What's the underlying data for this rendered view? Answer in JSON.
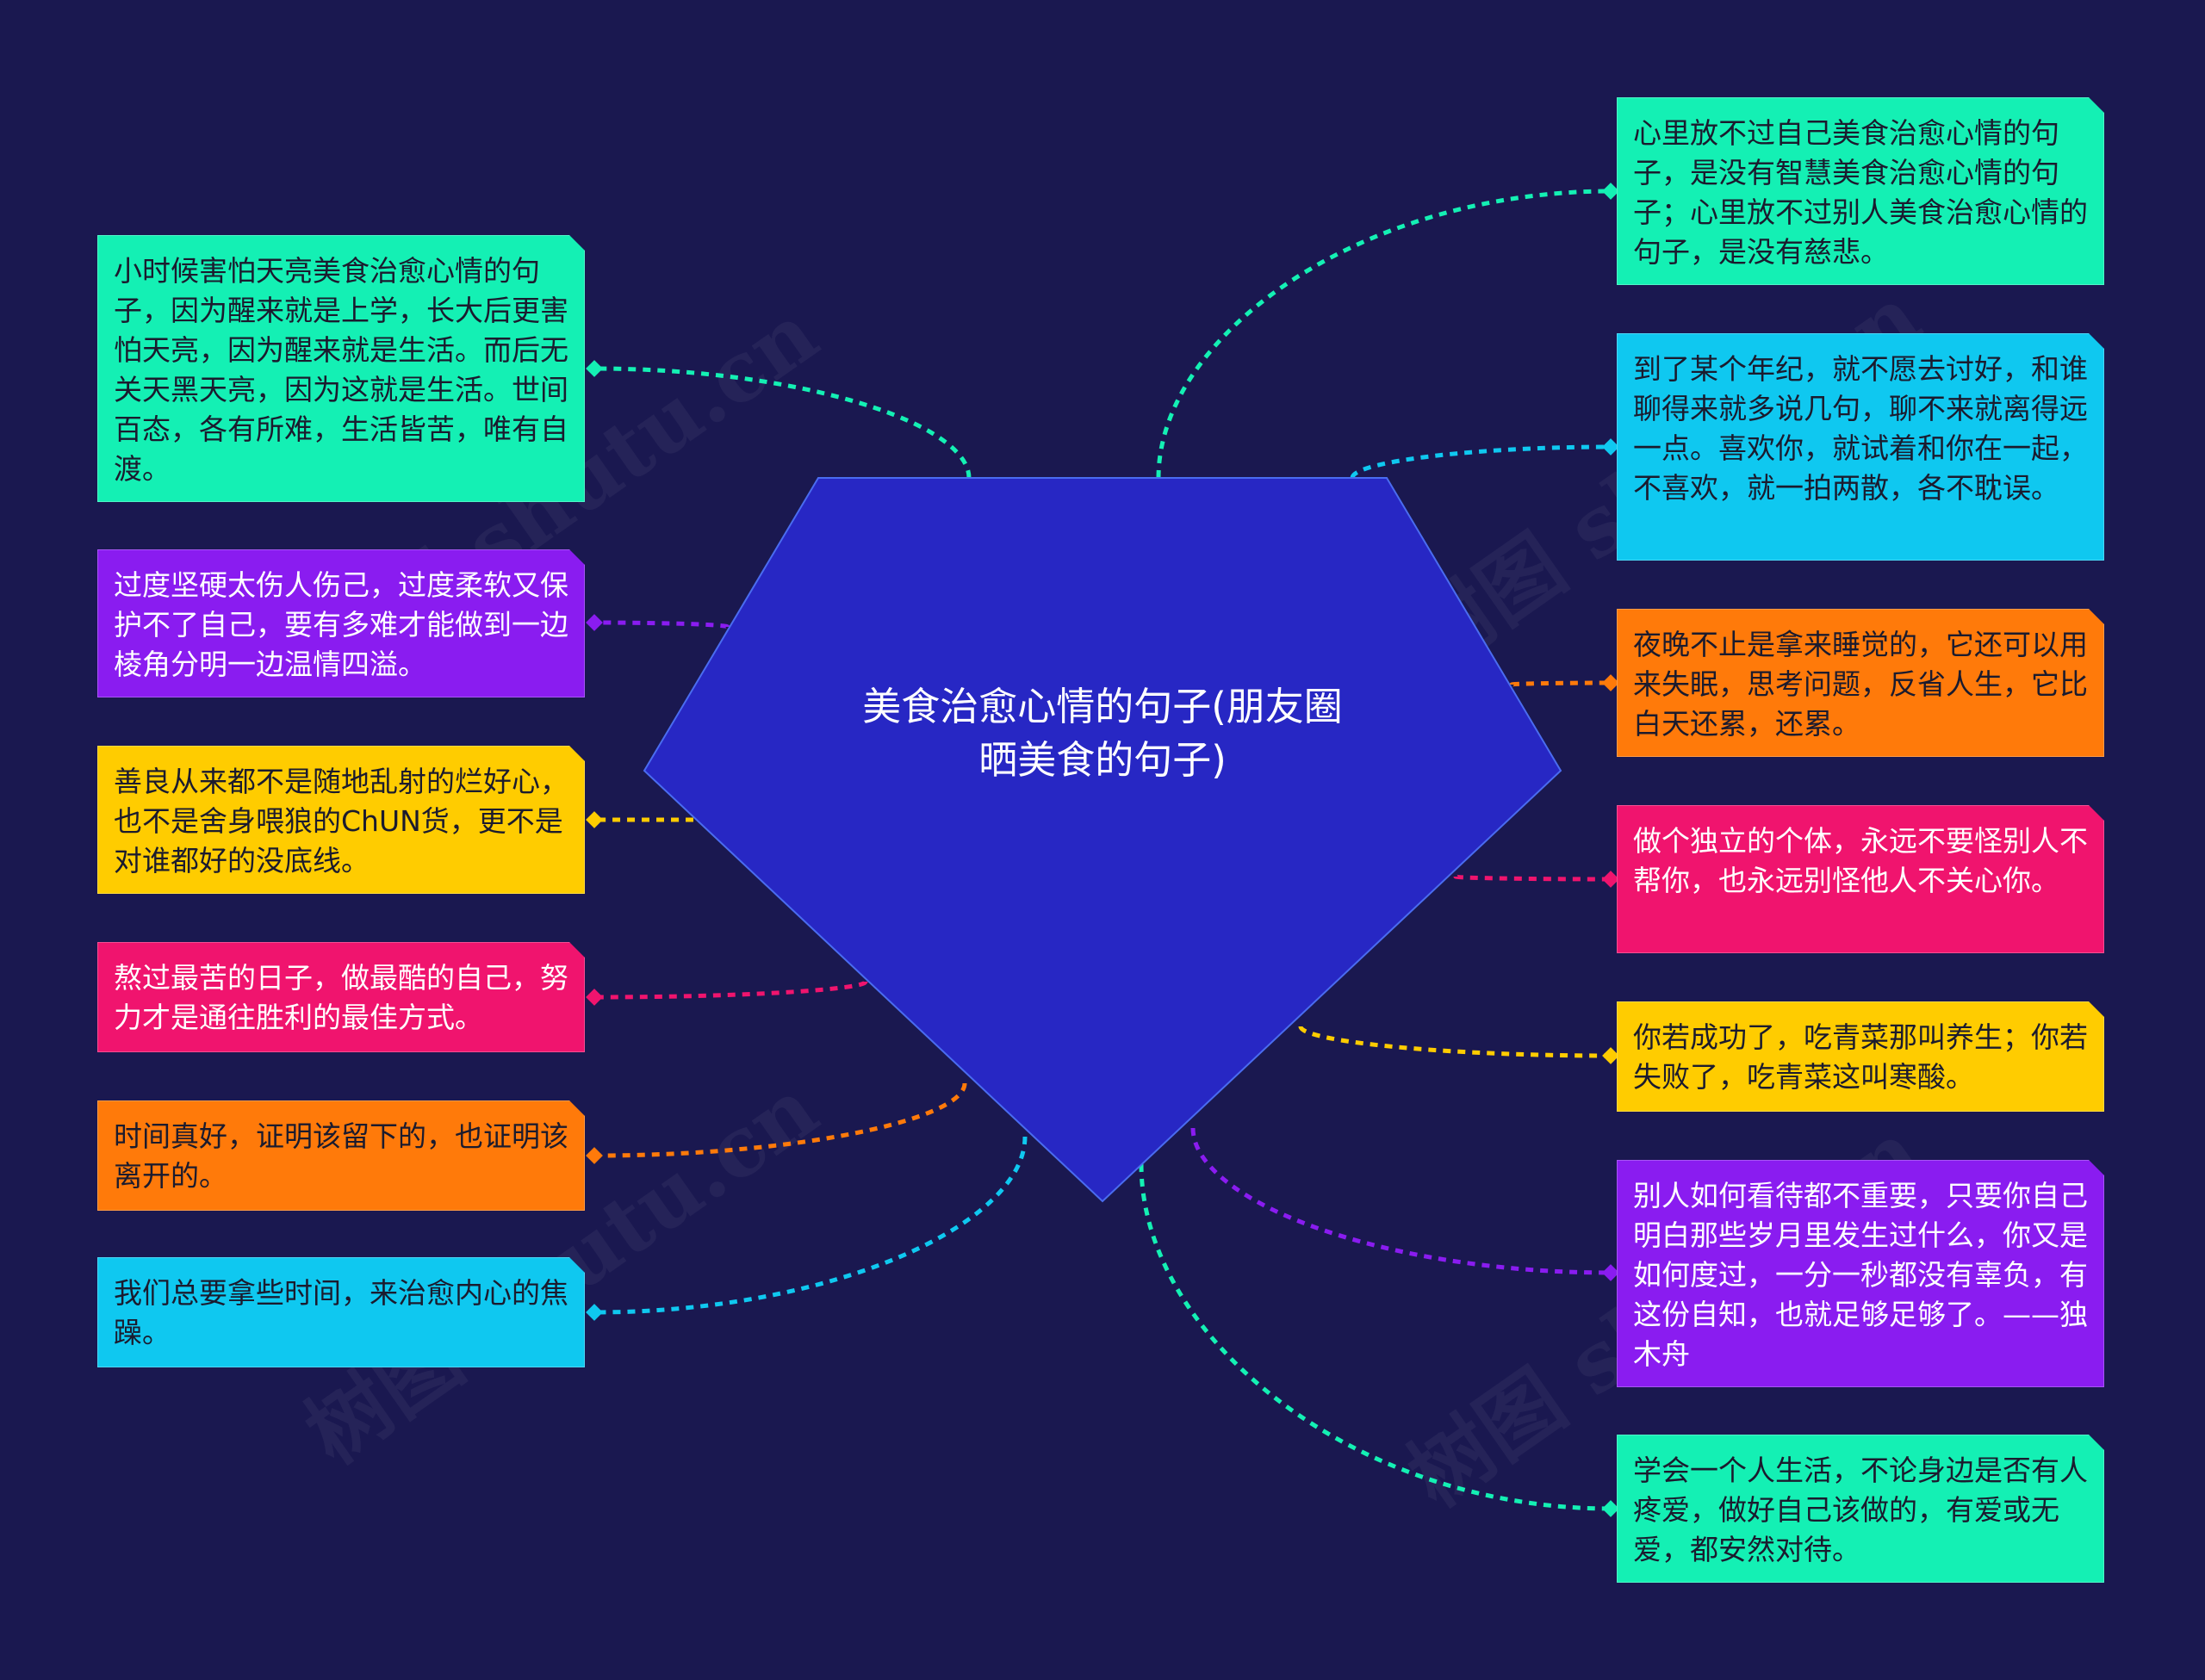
{
  "center": {
    "title": "美食治愈心情的句子(朋友圈晒美食的句子)",
    "color": "#2727c4",
    "border": "#4a6cf0"
  },
  "nodes": [
    {
      "id": "l1",
      "side": "left",
      "color": "#14f0b4",
      "text": "小时候害怕天亮美食治愈心情的句子，因为醒来就是上学，长大后更害怕天亮，因为醒来就是生活。而后无关天黑天亮，因为这就是生活。世间百态，各有所难，生活皆苦，唯有自渡。"
    },
    {
      "id": "l2",
      "side": "left",
      "color": "#8a1cf0",
      "light": true,
      "text": "过度坚硬太伤人伤己，过度柔软又保护不了自己，要有多难才能做到一边棱角分明一边温情四溢。"
    },
    {
      "id": "l3",
      "side": "left",
      "color": "#ffcc00",
      "text": "善良从来都不是随地乱射的烂好心，也不是舍身喂狼的ChUN货，更不是对谁都好的没底线。"
    },
    {
      "id": "l4",
      "side": "left",
      "color": "#f0146e",
      "light": true,
      "text": "熬过最苦的日子，做最酷的自己，努力才是通往胜利的最佳方式。"
    },
    {
      "id": "l5",
      "side": "left",
      "color": "#ff7a0a",
      "text": "时间真好，证明该留下的，也证明该离开的。"
    },
    {
      "id": "l6",
      "side": "left",
      "color": "#0fc8f0",
      "text": "我们总要拿些时间，来治愈内心的焦躁。"
    },
    {
      "id": "r1",
      "side": "right",
      "color": "#14f0b4",
      "text": "心里放不过自己美食治愈心情的句子，是没有智慧美食治愈心情的句子；心里放不过别人美食治愈心情的句子，是没有慈悲。"
    },
    {
      "id": "r2",
      "side": "right",
      "color": "#0fc8f0",
      "text": "到了某个年纪，就不愿去讨好，和谁聊得来就多说几句，聊不来就离得远一点。喜欢你，就试着和你在一起，不喜欢，就一拍两散，各不耽误。"
    },
    {
      "id": "r3",
      "side": "right",
      "color": "#ff7a0a",
      "text": "夜晚不止是拿来睡觉的，它还可以用来失眠，思考问题，反省人生，它比白天还累，还累。"
    },
    {
      "id": "r4",
      "side": "right",
      "color": "#f0146e",
      "light": true,
      "text": "做个独立的个体，永远不要怪别人不帮你，也永远别怪他人不关心你。"
    },
    {
      "id": "r5",
      "side": "right",
      "color": "#ffcc00",
      "text": "你若成功了，吃青菜那叫养生；你若失败了，吃青菜这叫寒酸。"
    },
    {
      "id": "r6",
      "side": "right",
      "color": "#8a1cf0",
      "light": true,
      "text": "别人如何看待都不重要，只要你自己明白那些岁月里发生过什么，你又是如何度过，一分一秒都没有辜负，有这份自知，也就足够足够了。——独木舟"
    },
    {
      "id": "r7",
      "side": "right",
      "color": "#14f0b4",
      "text": "学会一个人生活，不论身边是否有人疼爱，做好自己该做的，有爱或无爱，都安然对待。"
    }
  ]
}
